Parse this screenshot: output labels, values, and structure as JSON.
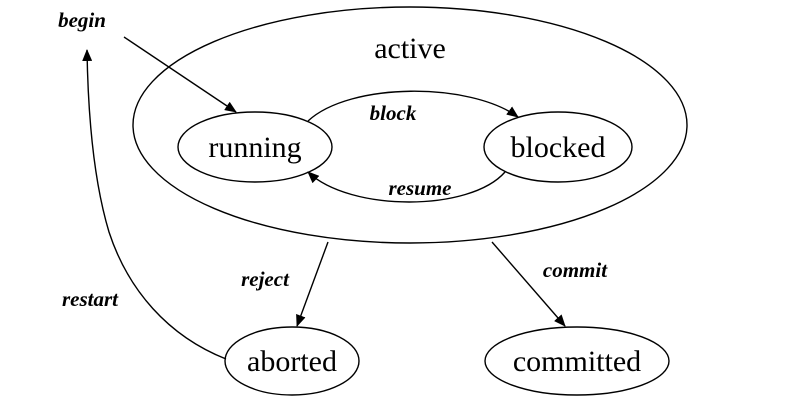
{
  "states": {
    "active": "active",
    "running": "running",
    "blocked": "blocked",
    "aborted": "aborted",
    "committed": "committed"
  },
  "transitions": {
    "begin": "begin",
    "block": "block",
    "resume": "resume",
    "reject": "reject",
    "commit": "commit",
    "restart": "restart"
  }
}
